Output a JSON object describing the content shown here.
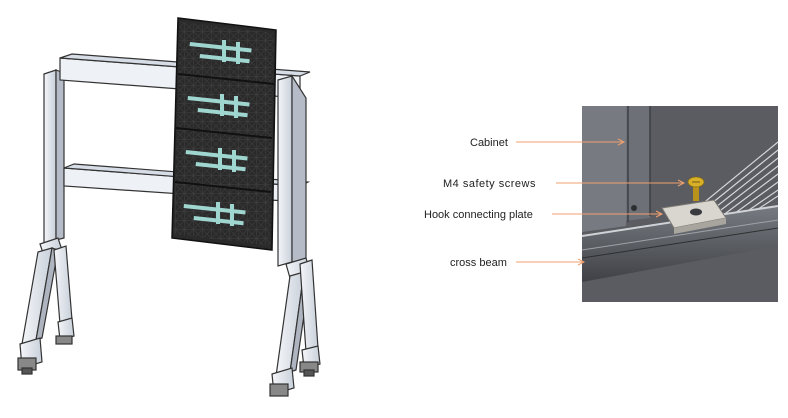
{
  "labels": {
    "cabinet": "Cabinet",
    "screws": "M4 safety screws",
    "plate": "Hook connecting plate",
    "beam": "cross beam"
  },
  "colors": {
    "leader_line": "#f0a070",
    "frame_outline": "#333333",
    "frame_fill": "#dfe4ec",
    "panel_dark": "#222222",
    "panel_accent": "#9fd6d0",
    "detail_bg": "#55575c",
    "screw": "#c9a21a"
  },
  "stand": {
    "cabinet_count": 4
  }
}
